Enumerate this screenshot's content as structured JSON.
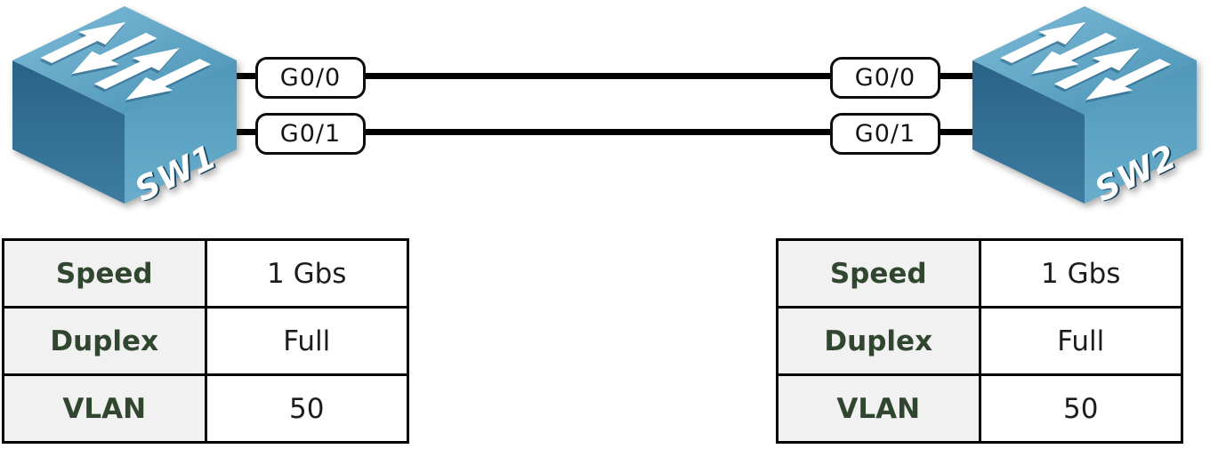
{
  "diagram": {
    "devices": [
      {
        "name": "SW1"
      },
      {
        "name": "SW2"
      }
    ],
    "links": [
      {
        "left_port": "G0/0",
        "right_port": "G0/0"
      },
      {
        "left_port": "G0/1",
        "right_port": "G0/1"
      }
    ],
    "tables": [
      {
        "device": "SW1",
        "rows": [
          {
            "label": "Speed",
            "value": "1 Gbs"
          },
          {
            "label": "Duplex",
            "value": "Full"
          },
          {
            "label": "VLAN",
            "value": "50"
          }
        ]
      },
      {
        "device": "SW2",
        "rows": [
          {
            "label": "Speed",
            "value": "1 Gbs"
          },
          {
            "label": "Duplex",
            "value": "Full"
          },
          {
            "label": "VLAN",
            "value": "50"
          }
        ]
      }
    ],
    "colors": {
      "link_line": "#000000",
      "switch_top_face": "#5ea6c6",
      "switch_left_face": "#2c6a8d",
      "switch_right_face": "#4f97b9",
      "table_label_text": "#31462f",
      "table_label_bg": "#f1f1f1",
      "table_border": "#000000"
    }
  }
}
